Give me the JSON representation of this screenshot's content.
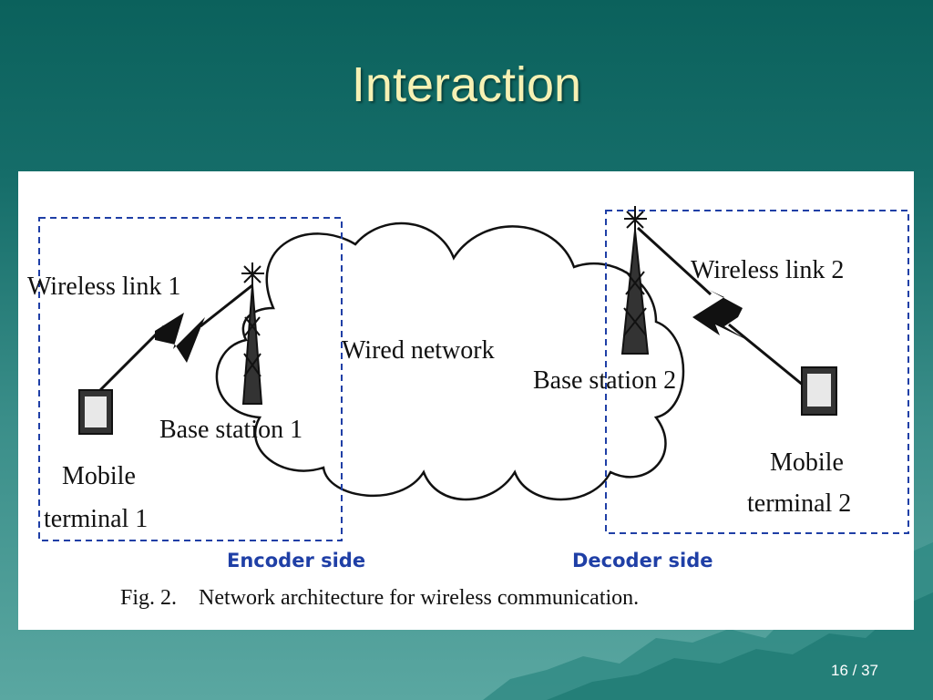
{
  "slide": {
    "title": "Interaction",
    "page_number": "16 / 37"
  },
  "diagram": {
    "wireless_link_1": "Wireless link 1",
    "wireless_link_2": "Wireless link 2",
    "wired_network": "Wired network",
    "base_station_1": "Base station 1",
    "base_station_2": "Base station 2",
    "mobile_terminal_1_line1": "Mobile",
    "mobile_terminal_1_line2": "terminal 1",
    "mobile_terminal_2_line1": "Mobile",
    "mobile_terminal_2_line2": "terminal 2",
    "encoder_side": "Encoder side",
    "decoder_side": "Decoder side",
    "figure_caption": "Fig. 2.    Network architecture for wireless communication."
  },
  "colors": {
    "title": "#f6f1b4",
    "dashed_box": "#1f3fa6",
    "side_labels": "#1f3fa6"
  }
}
